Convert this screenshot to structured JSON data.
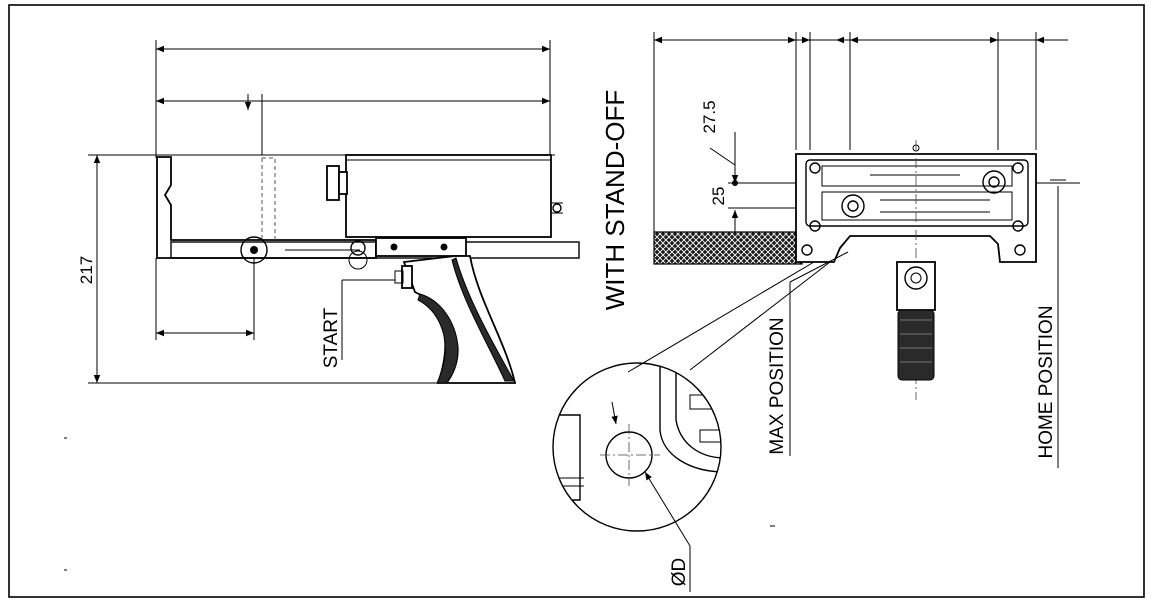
{
  "drawing": {
    "dimensions": {
      "height_217": "217",
      "dim_27_5": "27.5",
      "dim_25": "25"
    },
    "labels": {
      "start": "START",
      "with_stand_off": "WITH STAND-OFF",
      "max_position": "MAX POSITION",
      "home_position": "HOME POSITION",
      "diameter": "ØD"
    }
  }
}
